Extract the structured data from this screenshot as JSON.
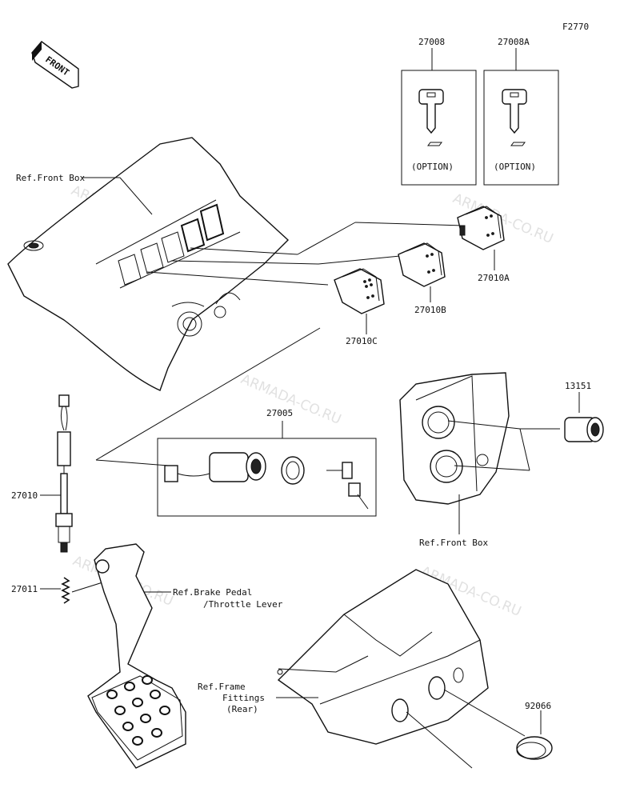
{
  "diagram_code": "F2770",
  "front_label": "FRONT",
  "watermark": "ARMADA-CO.RU",
  "parts": {
    "p27008": "27008",
    "p27008a": "27008A",
    "option_a": "(OPTION)",
    "option_b": "(OPTION)",
    "p27010a": "27010A",
    "p27010b": "27010B",
    "p27010c": "27010C",
    "p27005": "27005",
    "p13151": "13151",
    "p27010": "27010",
    "p27011": "27011",
    "p92066": "92066"
  },
  "refs": {
    "front_box_top": "Ref.Front Box",
    "front_box_right": "Ref.Front Box",
    "brake_pedal_1": "Ref.Brake Pedal",
    "brake_pedal_2": "/Throttle Lever",
    "frame_1": "Ref.Frame",
    "frame_2": "Fittings",
    "frame_3": "(Rear)"
  }
}
